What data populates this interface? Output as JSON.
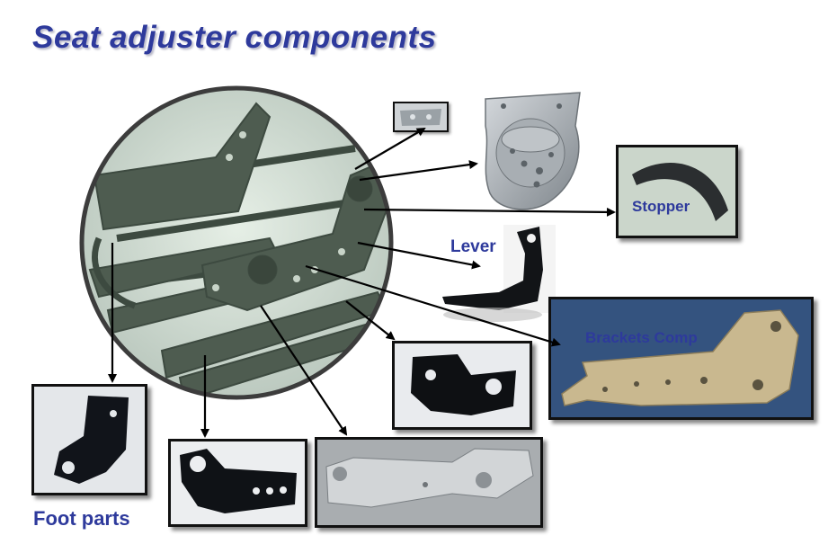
{
  "slide": {
    "title": "Seat adjuster components",
    "labels": {
      "stopper": "Stopper",
      "lever": "Lever",
      "brackets_comp": "Brackets Comp",
      "foot_parts": "Foot parts"
    }
  }
}
